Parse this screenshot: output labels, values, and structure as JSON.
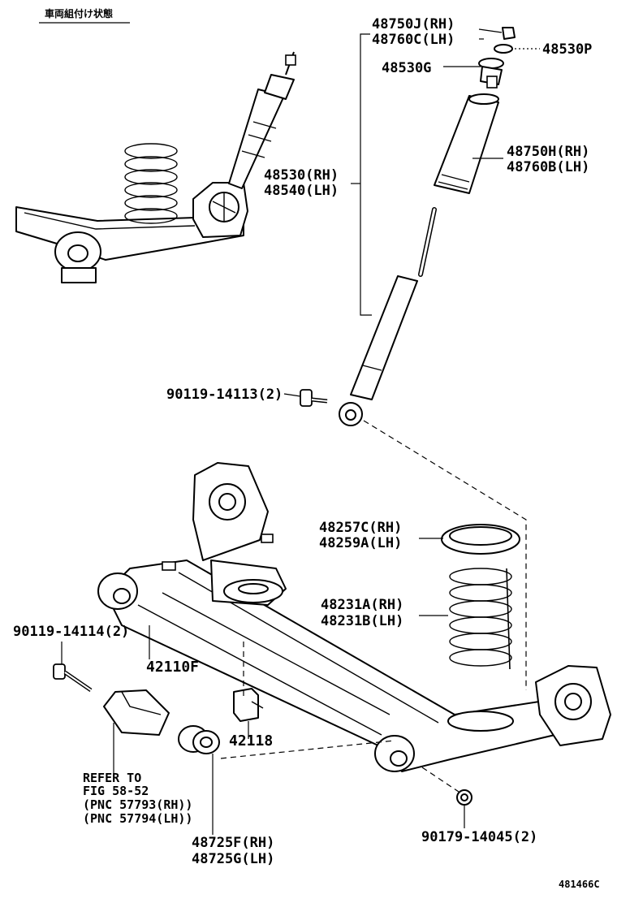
{
  "header": {
    "caption": "車両組付け状態"
  },
  "labels": {
    "cap_rh": "48750J(RH)",
    "cap_lh": "48760C(LH)",
    "washer": "48530P",
    "bump_stop": "48530G",
    "dust_boot_rh": "48750H(RH)",
    "dust_boot_lh": "48760B(LH)",
    "absorber_rh": "48530(RH)",
    "absorber_lh": "48540(LH)",
    "bolt_absorber": "90119-14113(2)",
    "insulator_rh": "48257C(RH)",
    "insulator_lh": "48259A(LH)",
    "spring_rh": "48231A(RH)",
    "spring_lh": "48231B(LH)",
    "bolt_axle": "90119-14114(2)",
    "axle_beam": "42110F",
    "bushing_small": "42118",
    "refer_1": "REFER TO",
    "refer_2": "FIG 58-52",
    "refer_3": "(PNC 57793(RH))",
    "refer_4": "(PNC 57794(LH))",
    "bushing_rh": "48725F(RH)",
    "bushing_lh": "48725G(LH)",
    "nut": "90179-14045(2)"
  },
  "footer": {
    "code": "481466C"
  }
}
